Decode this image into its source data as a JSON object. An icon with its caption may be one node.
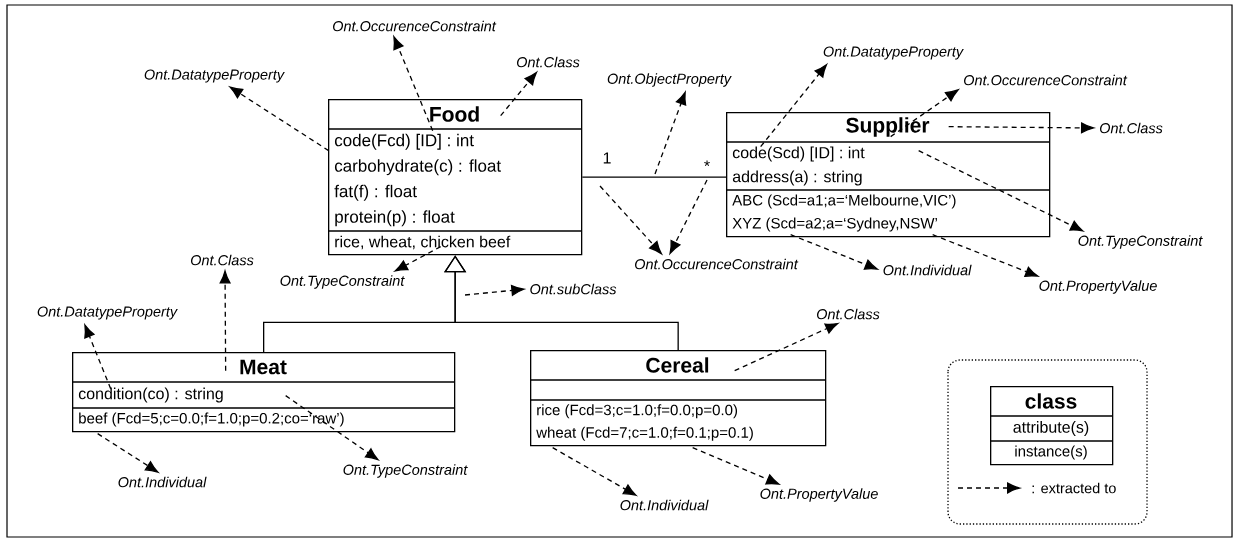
{
  "diagram": {
    "nodes": [
      {
        "text": [
          "Ont.OccurenceConstraint"
        ]
      },
      {
        "text": [
          "Ont.Class"
        ]
      },
      {
        "text": [
          "Ont.DatatypeProperty"
        ]
      },
      {
        "text": [
          "Ont.DatatypeProperty"
        ]
      },
      {
        "text": [
          "Ont.OccurenceConstraint"
        ]
      },
      {
        "text": [
          "Ont.ObjectProperty"
        ]
      },
      {
        "text": [
          "Food",
          "code(Fcd) [ID] : int",
          "carbohydrate(c) : float",
          "fat(f) : float",
          "protein(p) : float",
          "rice, wheat, chicken beef"
        ]
      },
      {
        "text": [
          "1"
        ]
      },
      {
        "text": [
          "*"
        ]
      },
      {
        "text": [
          "Supplier",
          "code(Scd) [ID] : int",
          "address(a) : string",
          "ABC (Scd=a1;a=‘Melbourne,VIC’)",
          "XYZ (Scd=a2;a=‘Sydney,NSW’"
        ]
      },
      {
        "text": [
          "Ont.Class"
        ]
      },
      {
        "text": [
          "Ont.TypeConstraint"
        ]
      },
      {
        "text": [
          "Ont.OccurenceConstraint"
        ]
      },
      {
        "text": [
          "Ont.Individual"
        ]
      },
      {
        "text": [
          "Ont.Class"
        ]
      },
      {
        "text": [
          "Ont.TypeConstraint"
        ]
      },
      {
        "text": [
          "Ont.PropertyValue"
        ]
      },
      {
        "text": [
          "Ont.subClass"
        ]
      },
      {
        "text": [
          "Ont.DatatypeProperty"
        ]
      },
      {
        "text": [
          "Ont.Class"
        ]
      },
      {
        "text": [
          "Meat",
          "condition(co) : string",
          "beef (Fcd=5;c=0.0;f=1.0;p=0.2;co=‘raw’)"
        ]
      },
      {
        "text": [
          "Cereal",
          "rice (Fcd=3;c=1.0;f=0.0;p=0.0)",
          "wheat (Fcd=7;c=1.0;f=0.1;p=0.1)"
        ]
      },
      {
        "text": [
          "class",
          "attribute(s)",
          "instance(s)"
        ]
      },
      {
        "text": [
          "Ont.TypeConstraint"
        ]
      },
      {
        "text": [
          "Ont.Individual"
        ]
      },
      {
        "text": [
          "Ont.PropertyValue"
        ]
      },
      {
        "text": [
          "Ont.Individual"
        ]
      }
    ],
    "edges": [
      {
        "from": 6,
        "to": 0,
        "arrow": "to",
        "style": "dashed"
      },
      {
        "from": 6,
        "to": 1,
        "arrow": "to",
        "style": "dashed"
      },
      {
        "from": 6,
        "to": 2,
        "arrow": "to",
        "style": "dashed"
      },
      {
        "from": 6,
        "to": 15,
        "arrow": "to",
        "style": "dashed"
      },
      {
        "from": 6,
        "to": 9,
        "arrow": "none"
      },
      {
        "from": null,
        "to": 5,
        "arrow": "to",
        "style": "dashed"
      },
      {
        "from": 7,
        "to": 12,
        "arrow": "to",
        "style": "dashed"
      },
      {
        "from": 8,
        "to": 12,
        "arrow": "to",
        "style": "dashed"
      },
      {
        "from": 9,
        "to": 3,
        "arrow": "to",
        "style": "dashed"
      },
      {
        "from": 9,
        "to": 4,
        "arrow": "to",
        "style": "dashed"
      },
      {
        "from": 9,
        "to": 10,
        "arrow": "to",
        "style": "dashed"
      },
      {
        "from": 9,
        "to": 11,
        "arrow": "to",
        "style": "dashed"
      },
      {
        "from": 9,
        "to": 13,
        "arrow": "to",
        "style": "dashed"
      },
      {
        "from": 9,
        "to": 16,
        "arrow": "to",
        "style": "dashed"
      },
      {
        "from": 20,
        "to": 6,
        "arrow": "to"
      },
      {
        "from": 21,
        "to": 6,
        "arrow": "to"
      },
      {
        "from": null,
        "to": 17,
        "arrow": "to",
        "style": "dashed"
      },
      {
        "from": 20,
        "to": 14,
        "arrow": "to",
        "style": "dashed"
      },
      {
        "from": 20,
        "to": 18,
        "arrow": "to",
        "style": "dashed"
      },
      {
        "from": 20,
        "to": 24,
        "arrow": "to",
        "style": "dashed"
      },
      {
        "from": 20,
        "to": 23,
        "arrow": "to",
        "style": "dashed"
      },
      {
        "from": 21,
        "to": 19,
        "arrow": "to",
        "style": "dashed"
      },
      {
        "from": 21,
        "to": 26,
        "arrow": "to",
        "style": "dashed"
      },
      {
        "from": 21,
        "to": 25,
        "arrow": "to",
        "style": "dashed"
      }
    ],
    "legend": [
      {
        "text": ": extracted to"
      }
    ]
  }
}
